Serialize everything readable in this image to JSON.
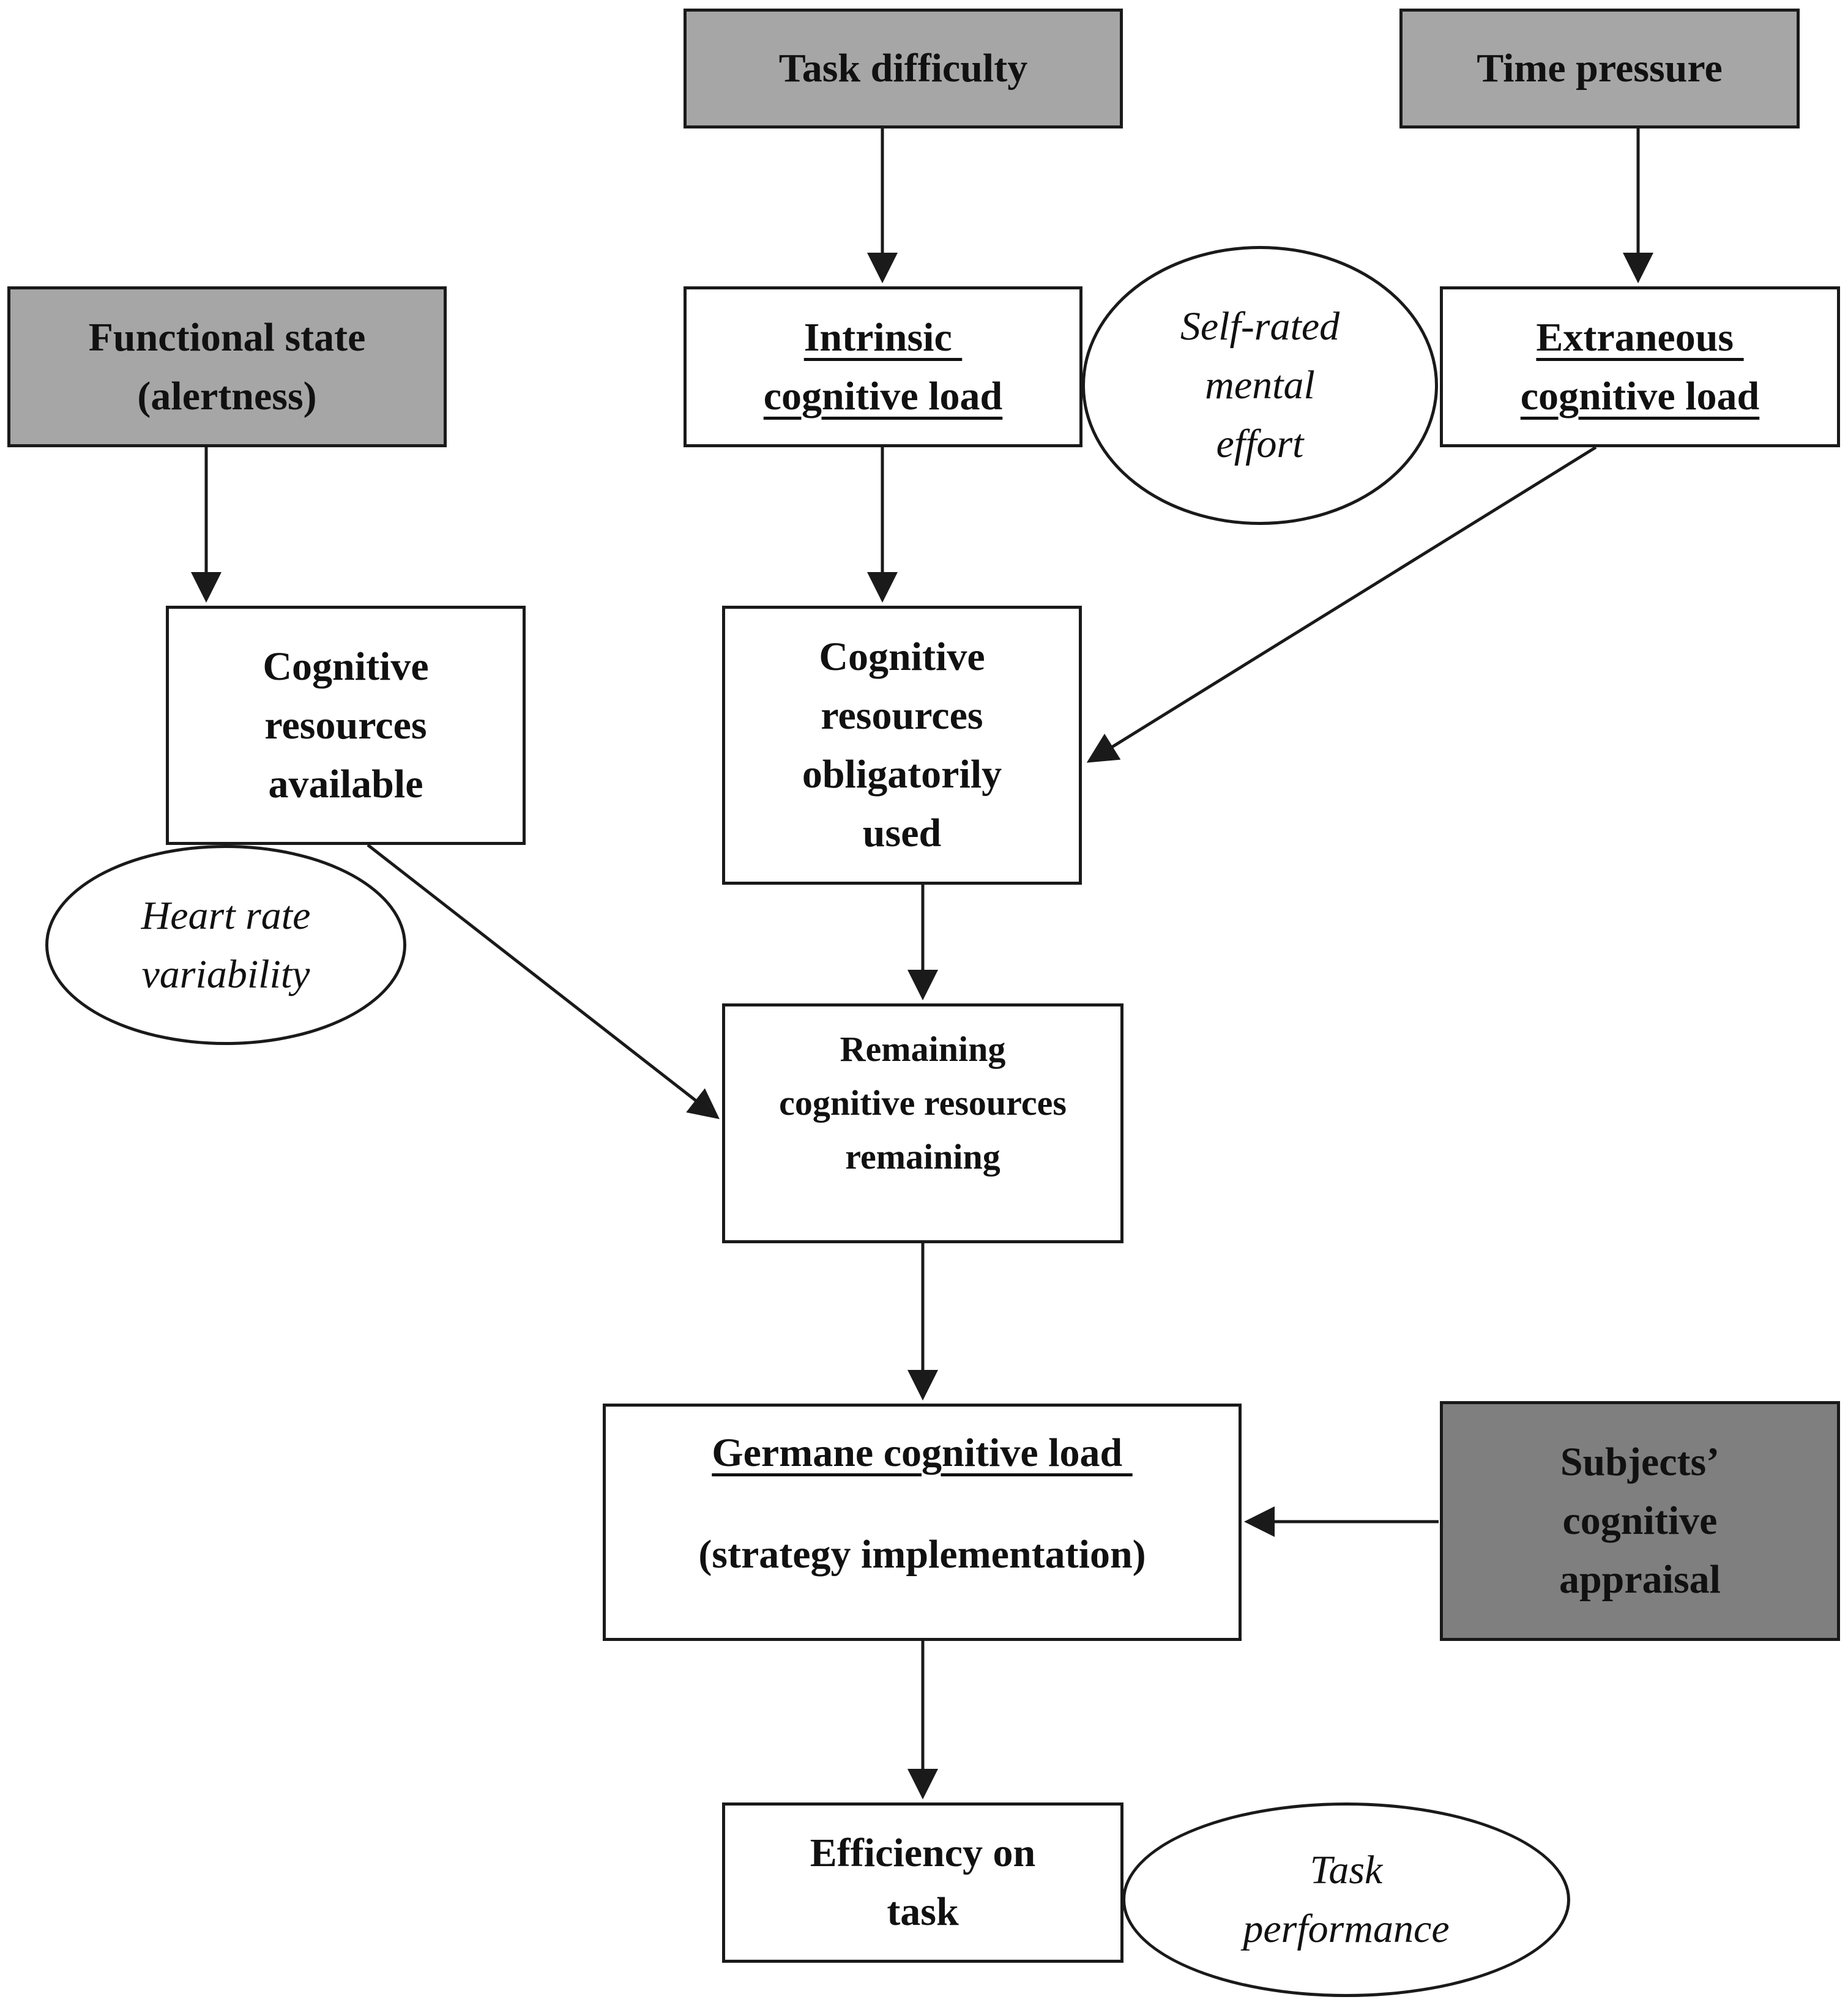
{
  "colors": {
    "input_fill": "#a6a6a6",
    "appraisal_fill": "#7f7f7f",
    "stroke": "#1a1a1a",
    "box_fill": "#ffffff"
  },
  "nodes": {
    "task_difficulty": {
      "lines": [
        "Task difficulty"
      ]
    },
    "time_pressure": {
      "lines": [
        "Time pressure"
      ]
    },
    "functional_state": {
      "lines": [
        "Functional state",
        "(alertness)"
      ]
    },
    "intrinsic_load": {
      "lines": [
        "Intrinsic ",
        "cognitive load"
      ]
    },
    "extraneous_load": {
      "lines": [
        "Extraneous ",
        "cognitive load"
      ]
    },
    "resources_available": {
      "lines": [
        "Cognitive",
        "resources",
        "available"
      ]
    },
    "resources_obligatory": {
      "lines": [
        "Cognitive",
        "resources",
        "obligatorily",
        "used"
      ]
    },
    "remaining_resources": {
      "lines": [
        "Remaining",
        "cognitive resources",
        "remaining"
      ]
    },
    "germane_load": {
      "title": "Germane cognitive load ",
      "subtitle": "(strategy implementation)"
    },
    "cognitive_appraisal": {
      "lines": [
        "Subjects’",
        "cognitive",
        "appraisal"
      ]
    },
    "efficiency": {
      "lines": [
        "Efficiency on",
        "task"
      ]
    }
  },
  "measures": {
    "self_rated_effort": {
      "lines": [
        "Self-rated",
        "mental",
        "effort"
      ]
    },
    "heart_rate_variability": {
      "lines": [
        "Heart rate",
        "variability"
      ]
    },
    "task_performance": {
      "lines": [
        "Task",
        "performance"
      ]
    }
  }
}
